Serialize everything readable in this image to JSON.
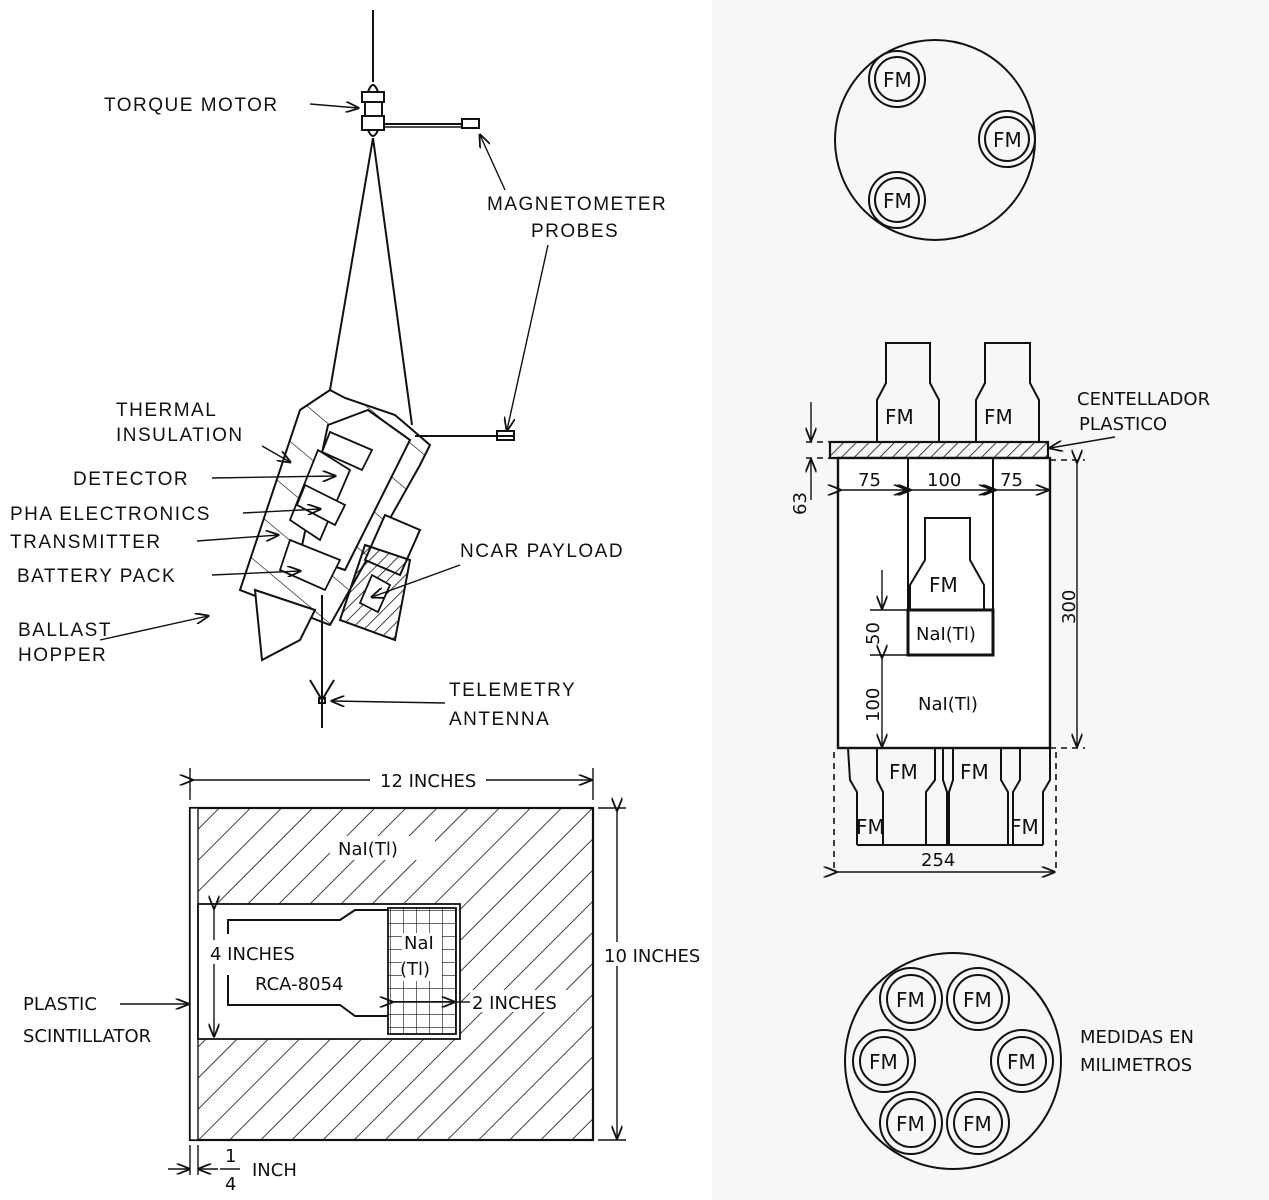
{
  "balloon_diagram": {
    "labels": {
      "torque_motor": "TORQUE MOTOR",
      "magnetometer_1": "MAGNETOMETER",
      "magnetometer_2": "PROBES",
      "thermal_1": "THERMAL",
      "thermal_2": "INSULATION",
      "detector": "DETECTOR",
      "pha": "PHA ELECTRONICS",
      "transmitter": "TRANSMITTER",
      "battery": "BATTERY PACK",
      "ncar": "NCAR PAYLOAD",
      "ballast_1": "BALLAST",
      "ballast_2": "HOPPER",
      "telemetry_1": "TELEMETRY",
      "telemetry_2": "ANTENNA"
    }
  },
  "detector_cross_section": {
    "width_label": "12 INCHES",
    "height_label": "10 INCHES",
    "crystal_label": "NaI(Tl)",
    "inner_height_label": "4 INCHES",
    "pmt_label": "RCA-8054",
    "inner_crystal_1": "NaI",
    "inner_crystal_2": "(Tl)",
    "inner_width_label": "2 INCHES",
    "plastic_1": "PLASTIC",
    "plastic_2": "SCINTILLATOR",
    "quarter_num": "1",
    "quarter_den": "4",
    "quarter_unit": "INCH"
  },
  "top_view_3": {
    "tubes": [
      "FM",
      "FM",
      "FM"
    ]
  },
  "side_view": {
    "top_tubes": [
      "FM",
      "FM"
    ],
    "centellador_1": "CENTELLADOR",
    "centellador_2": "PLASTICO",
    "dim_63": "63",
    "dim_75a": "75",
    "dim_100": "100",
    "dim_75b": "75",
    "inner_tube": "FM",
    "inner_crystal": "NaI(Tl)",
    "dim_50": "50",
    "dim_300": "300",
    "outer_crystal": "NaI(Tl)",
    "dim_100b": "100",
    "bottom_tubes": [
      "FM",
      "FM",
      "FM",
      "FM"
    ],
    "dim_254": "254"
  },
  "top_view_6": {
    "tubes": [
      "FM",
      "FM",
      "FM",
      "FM",
      "FM",
      "FM"
    ],
    "note_1": "MEDIDAS EN",
    "note_2": "MILIMETROS"
  }
}
